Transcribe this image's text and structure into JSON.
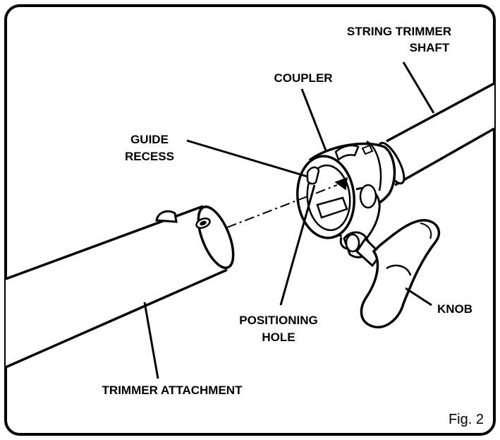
{
  "figure": {
    "caption": "Fig. 2",
    "colors": {
      "ink": "#000000",
      "paper": "#ffffff"
    }
  },
  "labels": {
    "string_trimmer_shaft_line1": "STRING TRIMMER",
    "string_trimmer_shaft_line2": "SHAFT",
    "coupler": "COUPLER",
    "guide_recess_line1": "GUIDE",
    "guide_recess_line2": "RECESS",
    "positioning_hole_line1": "POSITIONING",
    "positioning_hole_line2": "HOLE",
    "knob": "KNOB",
    "trimmer_attachment": "TRIMMER ATTACHMENT"
  }
}
